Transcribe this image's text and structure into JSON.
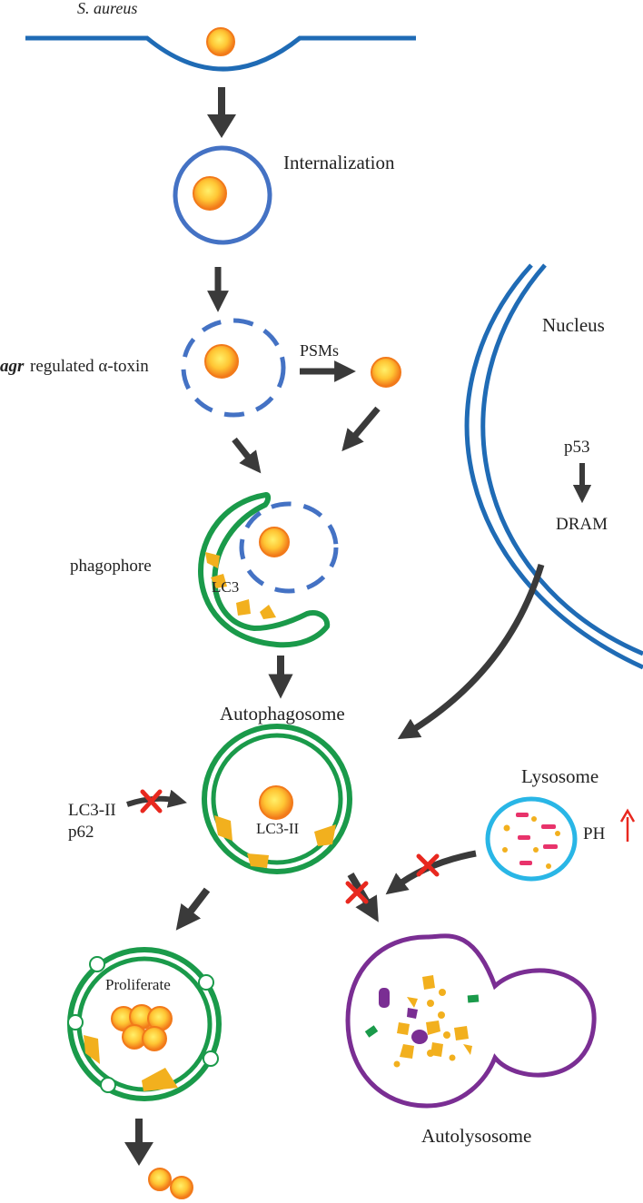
{
  "labels": {
    "s_aureus": "S. aureus",
    "internalization": "Internalization",
    "agr": "agr",
    "regulated_toxin": "regulated α-toxin",
    "psms": "PSMs",
    "nucleus": "Nucleus",
    "p53": "p53",
    "dram": "DRAM",
    "phagophore": "phagophore",
    "lc3": "LC3",
    "autophagosome": "Autophagosome",
    "lysosome": "Lysosome",
    "ph": "PH",
    "lc3_ii_left": "LC3-II",
    "p62": "p62",
    "lc3_ii_inner": "LC3-II",
    "proliferate": "Proliferate",
    "autolysosome": "Autolysosome"
  },
  "colors": {
    "membrane_blue": "#1f6bb5",
    "vacuole_blue": "#4472c4",
    "autophagy_green": "#1a9a4a",
    "lysosome_cyan": "#29b6e6",
    "autolysosome_purple": "#7a2e93",
    "lc3_yellow": "#f2b01e",
    "arrow_gray": "#3a3a3a",
    "block_red": "#e8281f",
    "bacteria_core": "#ffe34d",
    "bacteria_edge": "#f27a1a",
    "debris_pink": "#e8336b"
  }
}
